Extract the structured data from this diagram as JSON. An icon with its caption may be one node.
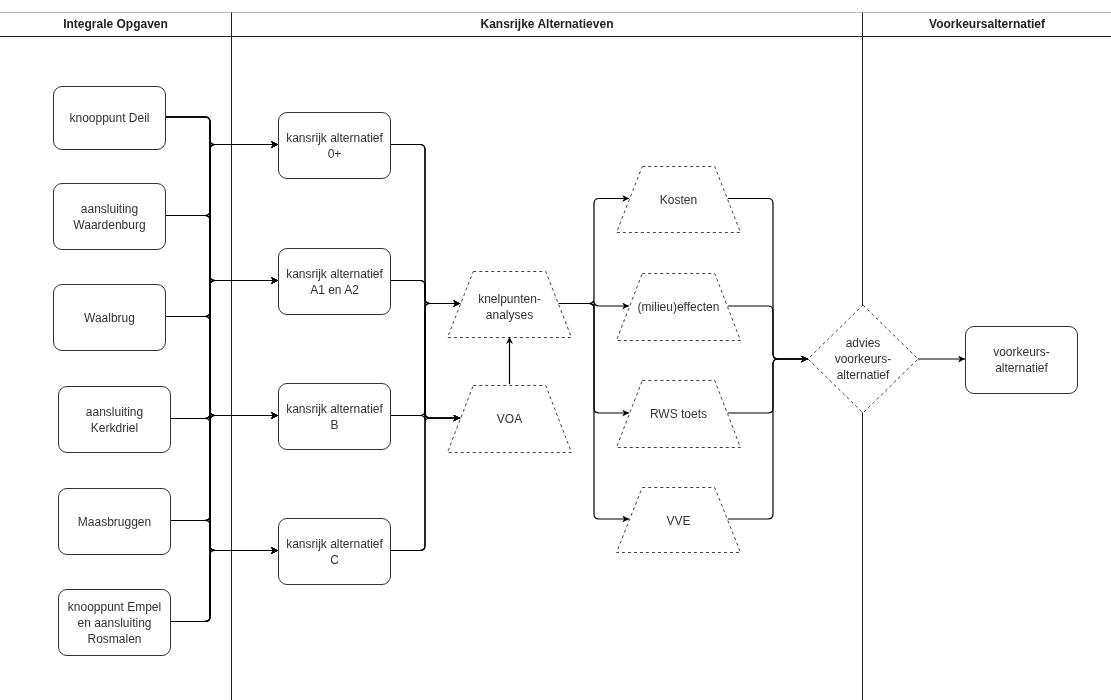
{
  "diagram": {
    "nodes": [
      {
        "text": [
          "Integrale Opgaven"
        ]
      },
      {
        "text": [
          "Kansrijke Alternatieven"
        ]
      },
      {
        "text": [
          "Voorkeursalternatief"
        ]
      },
      {
        "text": [
          "knooppunt Deil"
        ],
        "in": 0
      },
      {
        "text": [
          "aansluiting Waardenburg"
        ],
        "in": 0
      },
      {
        "text": [
          "Waalbrug"
        ],
        "in": 0
      },
      {
        "text": [
          "aansluiting Kerkdriel"
        ],
        "in": 0
      },
      {
        "text": [
          "Maasbruggen"
        ],
        "in": 0
      },
      {
        "text": [
          "knooppunt Empel en aansluiting Rosmalen"
        ],
        "in": 0
      },
      {
        "text": [
          "kansrijk alternatief 0+"
        ],
        "in": 1
      },
      {
        "text": [
          "kansrijk alternatief A1 en A2"
        ],
        "in": 1
      },
      {
        "text": [
          "kansrijk alternatief B"
        ],
        "in": 1
      },
      {
        "text": [
          "kansrijk alternatief C"
        ],
        "in": 1
      },
      {
        "text": [
          "knelpunten-analyses"
        ],
        "in": 1
      },
      {
        "text": [
          "VOA"
        ],
        "in": 1
      },
      {
        "text": [
          "Kosten"
        ],
        "in": 1
      },
      {
        "text": [
          "(milieu)effecten"
        ],
        "in": 1
      },
      {
        "text": [
          "RWS toets"
        ],
        "in": 1
      },
      {
        "text": [
          "VVE"
        ],
        "in": 1
      },
      {
        "text": [
          "advies voorkeurs-alternatief"
        ]
      },
      {
        "text": [
          "voorkeurs-alternatief"
        ],
        "in": 2
      }
    ],
    "edges": [
      {
        "from": 3,
        "to": 9,
        "arrow": "to"
      },
      {
        "from": 3,
        "to": 10,
        "arrow": "to"
      },
      {
        "from": 3,
        "to": 11,
        "arrow": "to"
      },
      {
        "from": 3,
        "to": 12,
        "arrow": "to"
      },
      {
        "from": 4,
        "to": 9,
        "arrow": "to"
      },
      {
        "from": 4,
        "to": 10,
        "arrow": "to"
      },
      {
        "from": 4,
        "to": 11,
        "arrow": "to"
      },
      {
        "from": 4,
        "to": 12,
        "arrow": "to"
      },
      {
        "from": 5,
        "to": 9,
        "arrow": "to"
      },
      {
        "from": 5,
        "to": 10,
        "arrow": "to"
      },
      {
        "from": 5,
        "to": 11,
        "arrow": "to"
      },
      {
        "from": 5,
        "to": 12,
        "arrow": "to"
      },
      {
        "from": 6,
        "to": 9,
        "arrow": "to"
      },
      {
        "from": 6,
        "to": 10,
        "arrow": "to"
      },
      {
        "from": 6,
        "to": 11,
        "arrow": "to"
      },
      {
        "from": 6,
        "to": 12,
        "arrow": "to"
      },
      {
        "from": 7,
        "to": 9,
        "arrow": "to"
      },
      {
        "from": 7,
        "to": 10,
        "arrow": "to"
      },
      {
        "from": 7,
        "to": 11,
        "arrow": "to"
      },
      {
        "from": 7,
        "to": 12,
        "arrow": "to"
      },
      {
        "from": 8,
        "to": 9,
        "arrow": "to"
      },
      {
        "from": 8,
        "to": 10,
        "arrow": "to"
      },
      {
        "from": 8,
        "to": 11,
        "arrow": "to"
      },
      {
        "from": 8,
        "to": 12,
        "arrow": "to"
      },
      {
        "from": 9,
        "to": 13,
        "arrow": "to"
      },
      {
        "from": 9,
        "to": 14,
        "arrow": "to"
      },
      {
        "from": 10,
        "to": 13,
        "arrow": "to"
      },
      {
        "from": 10,
        "to": 14,
        "arrow": "to"
      },
      {
        "from": 11,
        "to": 13,
        "arrow": "to"
      },
      {
        "from": 11,
        "to": 14,
        "arrow": "to"
      },
      {
        "from": 12,
        "to": 13,
        "arrow": "to"
      },
      {
        "from": 12,
        "to": 14,
        "arrow": "to"
      },
      {
        "from": 14,
        "to": 13,
        "arrow": "to"
      },
      {
        "from": 13,
        "to": 15,
        "arrow": "to"
      },
      {
        "from": 13,
        "to": 16,
        "arrow": "to"
      },
      {
        "from": 13,
        "to": 17,
        "arrow": "to"
      },
      {
        "from": 13,
        "to": 18,
        "arrow": "to"
      },
      {
        "from": 15,
        "to": 19,
        "arrow": "to"
      },
      {
        "from": 16,
        "to": 19,
        "arrow": "to"
      },
      {
        "from": 17,
        "to": 19,
        "arrow": "to"
      },
      {
        "from": 18,
        "to": 19,
        "arrow": "to"
      },
      {
        "from": 19,
        "to": 20,
        "arrow": "to"
      }
    ]
  }
}
